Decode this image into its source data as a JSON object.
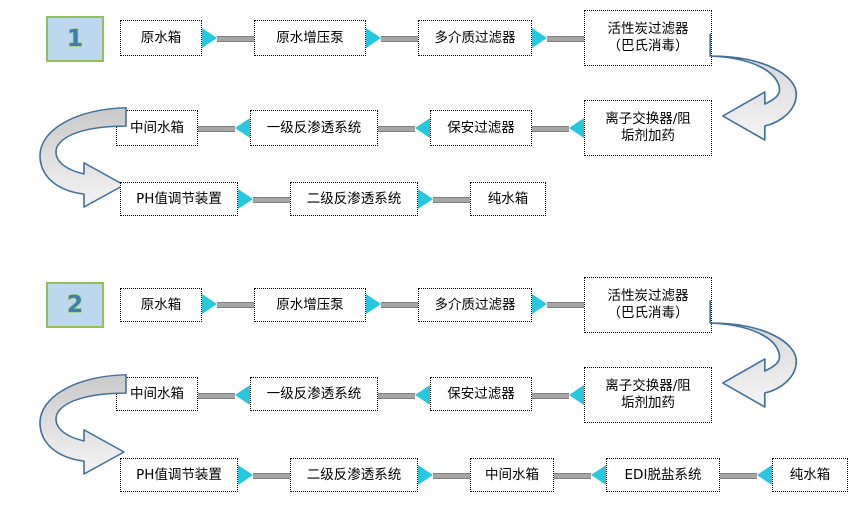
{
  "diagrams": [
    {
      "badge": "1",
      "rows": [
        {
          "direction": "right",
          "nodes": [
            "原水箱",
            "原水增压泵",
            "多介质过滤器",
            "活性炭过滤器\n（巴氏消毒）"
          ]
        },
        {
          "direction": "left",
          "nodes": [
            "中间水箱",
            "一级反渗透系统",
            "保安过滤器",
            "离子交换器/阻\n垢剂加药"
          ]
        },
        {
          "direction": "right",
          "nodes": [
            "PH值调节装置",
            "二级反渗透系统",
            "纯水箱"
          ]
        }
      ],
      "curves": [
        {
          "name": "u-turn-right-top",
          "side": "right"
        },
        {
          "name": "u-turn-left-bottom",
          "side": "left"
        }
      ]
    },
    {
      "badge": "2",
      "rows": [
        {
          "direction": "right",
          "nodes": [
            "原水箱",
            "原水增压泵",
            "多介质过滤器",
            "活性炭过滤器\n（巴氏消毒）"
          ]
        },
        {
          "direction": "left",
          "nodes": [
            "中间水箱",
            "一级反渗透系统",
            "保安过滤器",
            "离子交换器/阻\n垢剂加药"
          ]
        },
        {
          "direction": "right",
          "nodes": [
            "PH值调节装置",
            "二级反渗透系统",
            "中间水箱",
            "EDI脱盐系统",
            "纯水箱"
          ]
        }
      ],
      "curves": [
        {
          "name": "u-turn-right-top",
          "side": "right"
        },
        {
          "name": "u-turn-left-bottom",
          "side": "left"
        }
      ]
    }
  ],
  "colors": {
    "arrow_fill": "#25c8dd",
    "connector_bar": "#a6a6a6",
    "badge_fill": "#bdd7ee",
    "badge_border": "#8ec15a",
    "badge_text": "#3d7fb5",
    "curve_stroke": "#41719c",
    "curve_fill_dark": "#bfbfbf",
    "curve_fill_light": "#f2f2f2"
  }
}
